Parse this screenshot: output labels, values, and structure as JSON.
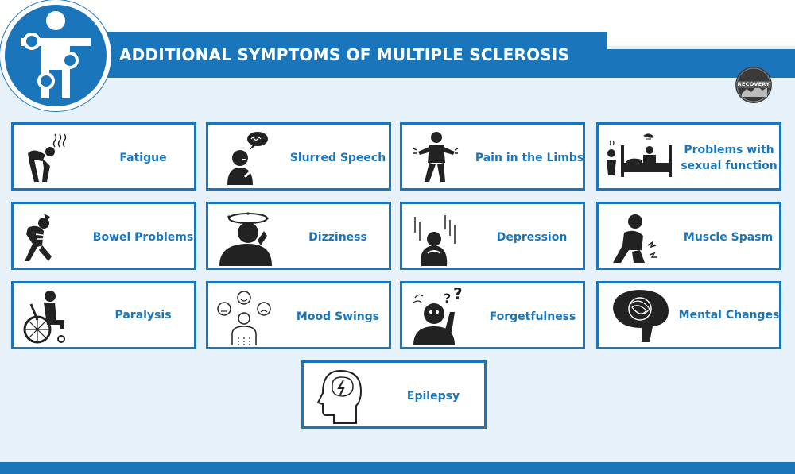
{
  "title": "ADDITIONAL SYMPTOMS OF MULTIPLE SCLEROSIS",
  "brand": {
    "name": "RECOVERY"
  },
  "colors": {
    "primary_blue": "#1a75bb",
    "panel_background": "#e7f1fa",
    "icon_dark": "#222222"
  },
  "symptoms": [
    {
      "label": "Fatigue",
      "icon": "tired-person-icon"
    },
    {
      "label": "Slurred Speech",
      "icon": "speech-bubble-person-icon"
    },
    {
      "label": "Pain in the Limbs",
      "icon": "limb-pain-person-icon"
    },
    {
      "label": "Problems with sexual function",
      "icon": "bed-couple-icon"
    },
    {
      "label": "Bowel Problems",
      "icon": "stomach-pain-person-icon"
    },
    {
      "label": "Dizziness",
      "icon": "dizzy-head-icon"
    },
    {
      "label": "Depression",
      "icon": "sad-person-rain-icon"
    },
    {
      "label": "Muscle Spasm",
      "icon": "kneeling-spasm-icon"
    },
    {
      "label": "Paralysis",
      "icon": "wheelchair-icon"
    },
    {
      "label": "Mood Swings",
      "icon": "mood-faces-icon"
    },
    {
      "label": "Forgetfulness",
      "icon": "confused-question-icon"
    },
    {
      "label": "Mental Changes",
      "icon": "tangled-brain-icon"
    },
    {
      "label": "Epilepsy",
      "icon": "head-lightning-icon"
    }
  ]
}
